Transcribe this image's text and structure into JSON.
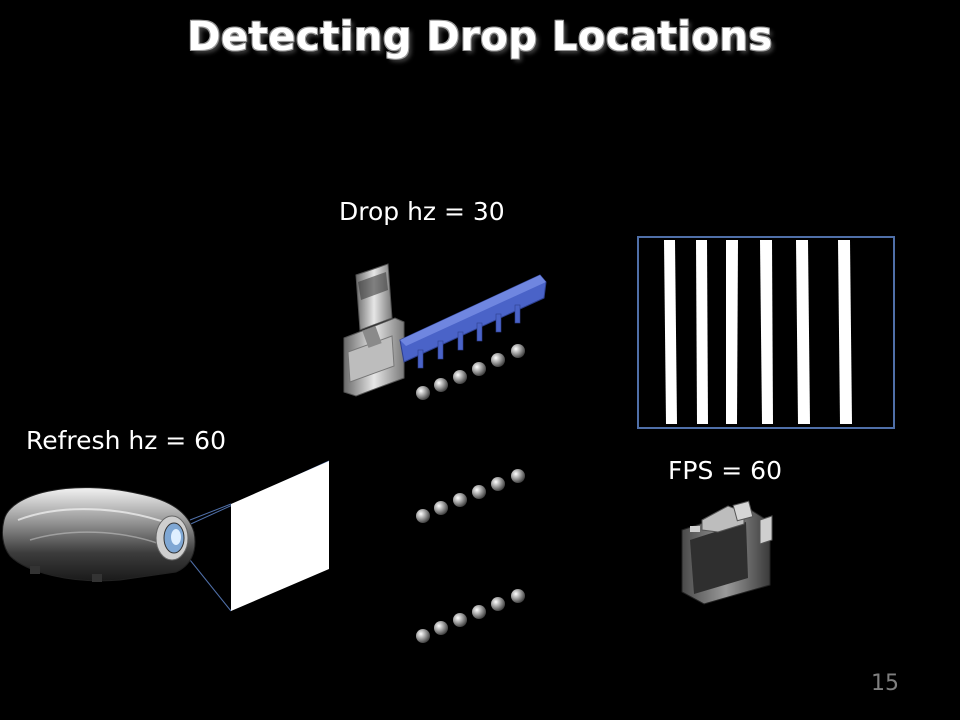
{
  "slide": {
    "title": "Detecting Drop Locations",
    "page_number": "15"
  },
  "labels": {
    "drop": "Drop hz = 30",
    "refresh": "Refresh hz = 60",
    "fps": "FPS = 60"
  },
  "icons": [
    "valve-manifold-icon",
    "projector-icon",
    "camera-icon",
    "water-drop-icon"
  ],
  "colors": {
    "background": "#000000",
    "manifold": "#4a63c8",
    "frame_border": "#4f6fa8",
    "page_number": "#7f7f7f"
  }
}
